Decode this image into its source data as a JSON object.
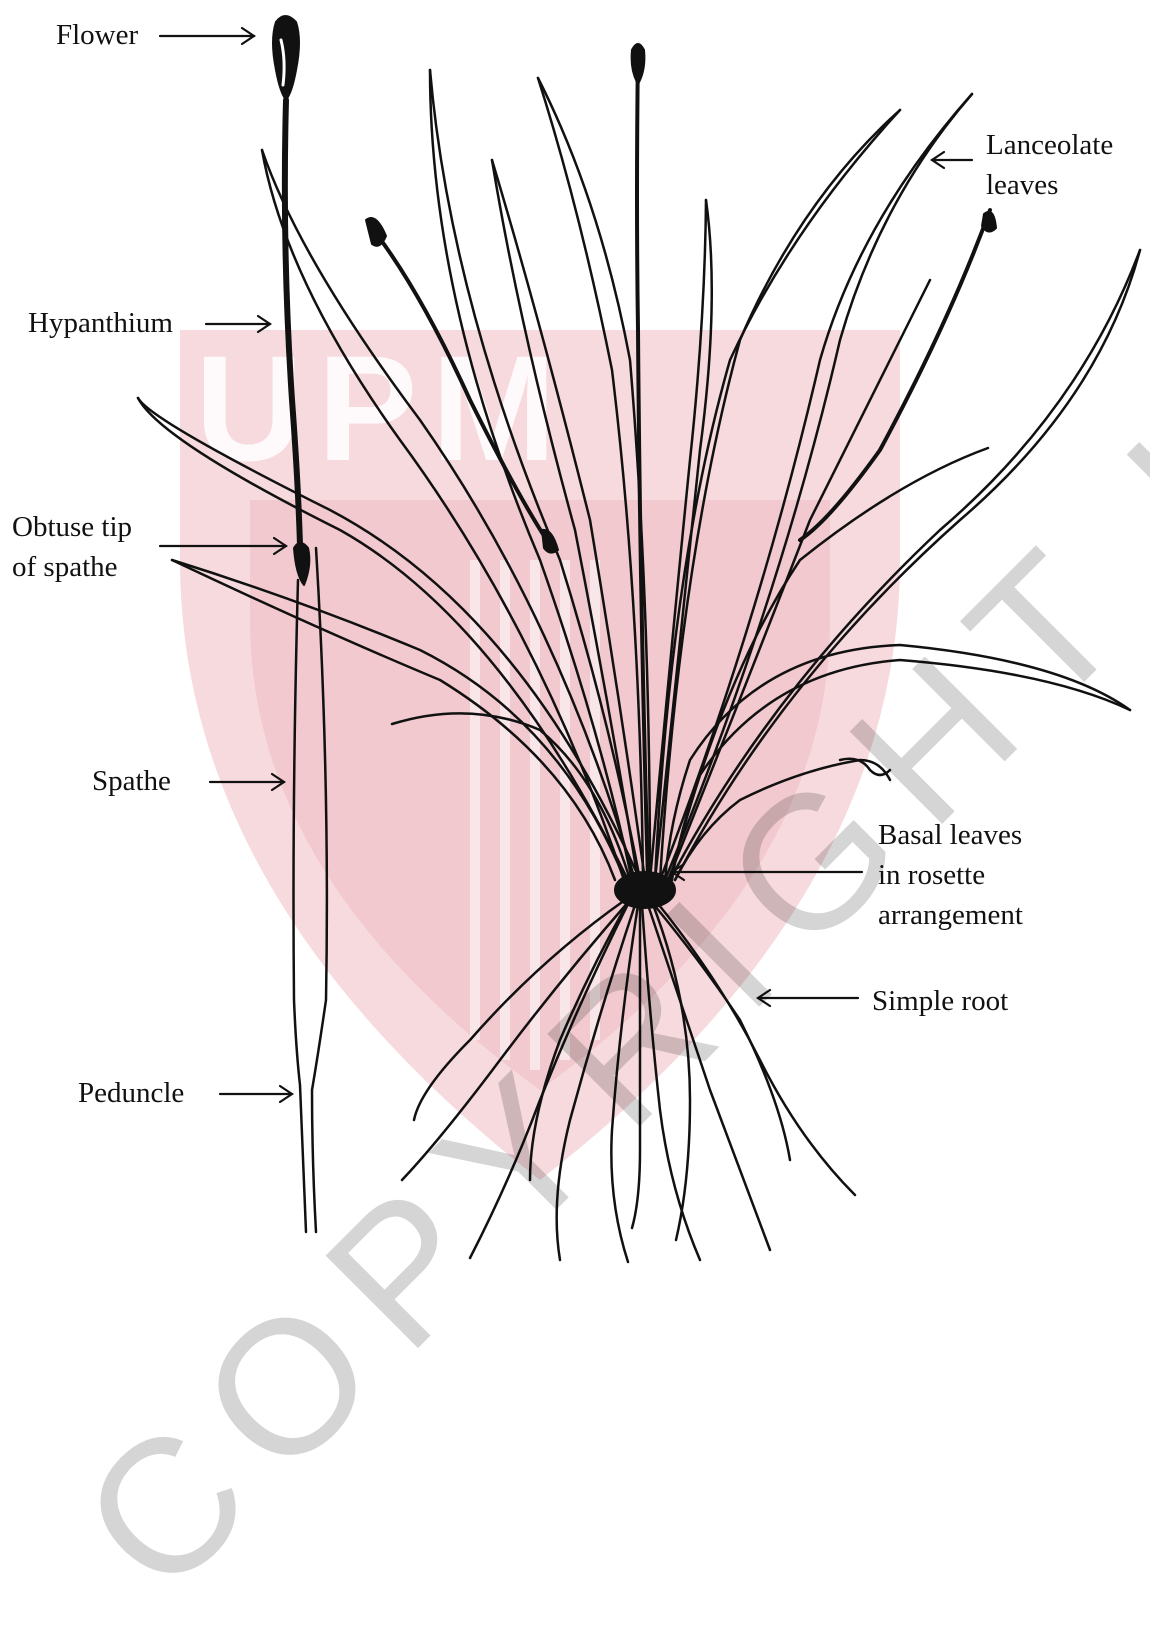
{
  "watermark": {
    "logo_text": "UPM",
    "copyright_text": "COPYRIGHT UPM",
    "logo_color": "#f2c9cd",
    "text_color": "#000000"
  },
  "labels": {
    "flower": "Flower",
    "hypanthium": "Hypanthium",
    "obtuse_tip_line1": "Obtuse tip",
    "obtuse_tip_line2": "of spathe",
    "spathe": "Spathe",
    "peduncle": "Peduncle",
    "lanceolate_line1": "Lanceolate",
    "lanceolate_line2": "leaves",
    "basal_line1": "Basal leaves",
    "basal_line2": "in rosette",
    "basal_line3": "arrangement",
    "simple_root": "Simple root"
  },
  "colors": {
    "ink": "#111111",
    "background": "#ffffff"
  }
}
